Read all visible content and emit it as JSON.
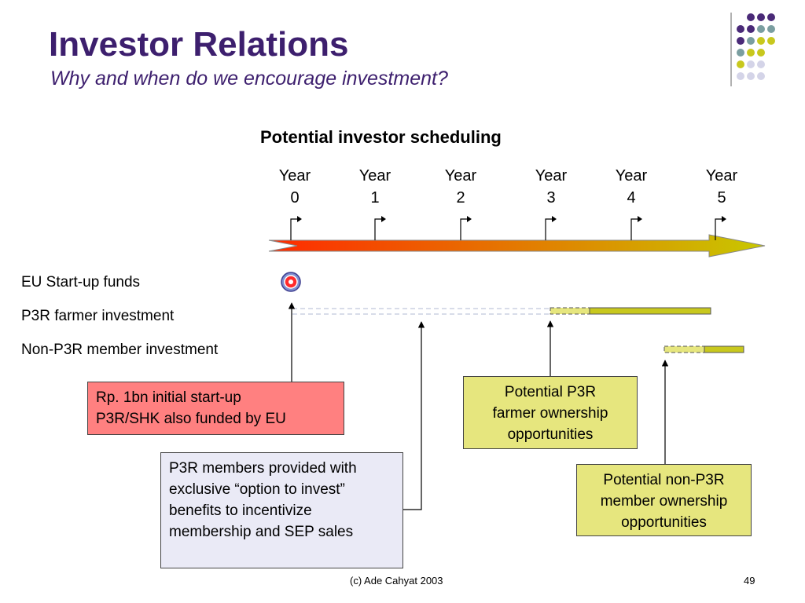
{
  "slide": {
    "title": "Investor Relations",
    "subtitle": "Why and when do we encourage investment?",
    "diagram_title": "Potential investor scheduling",
    "footer": "(c) Ade Cahyat 2003",
    "page_number": "49"
  },
  "timeline": {
    "years": [
      {
        "label": "Year",
        "num": "0"
      },
      {
        "label": "Year",
        "num": "1"
      },
      {
        "label": "Year",
        "num": "2"
      },
      {
        "label": "Year",
        "num": "3"
      },
      {
        "label": "Year",
        "num": "4"
      },
      {
        "label": "Year",
        "num": "5"
      }
    ]
  },
  "rows": {
    "eu": "EU Start-up funds",
    "p3r": "P3R farmer investment",
    "non_p3r": "Non-P3R member investment"
  },
  "callouts": {
    "eu_box": [
      "Rp. 1bn initial start-up",
      "P3R/SHK also funded by EU"
    ],
    "option_box": [
      "P3R members provided with",
      "exclusive “option to invest”",
      "benefits to incentivize",
      "membership and SEP sales"
    ],
    "p3r_box": [
      "Potential P3R",
      "farmer ownership",
      "opportunities"
    ],
    "non_p3r_box": [
      "Potential non-P3R",
      "member ownership",
      "opportunities"
    ]
  },
  "colors": {
    "title": "#3d1f6e",
    "arrow_start": "#ff2a00",
    "arrow_end": "#c8c800",
    "bar_fill": "#c8c81e",
    "red_box": "#ff8080",
    "lavender_box": "#eaeaf6",
    "yellow_box": "#e6e67e"
  }
}
